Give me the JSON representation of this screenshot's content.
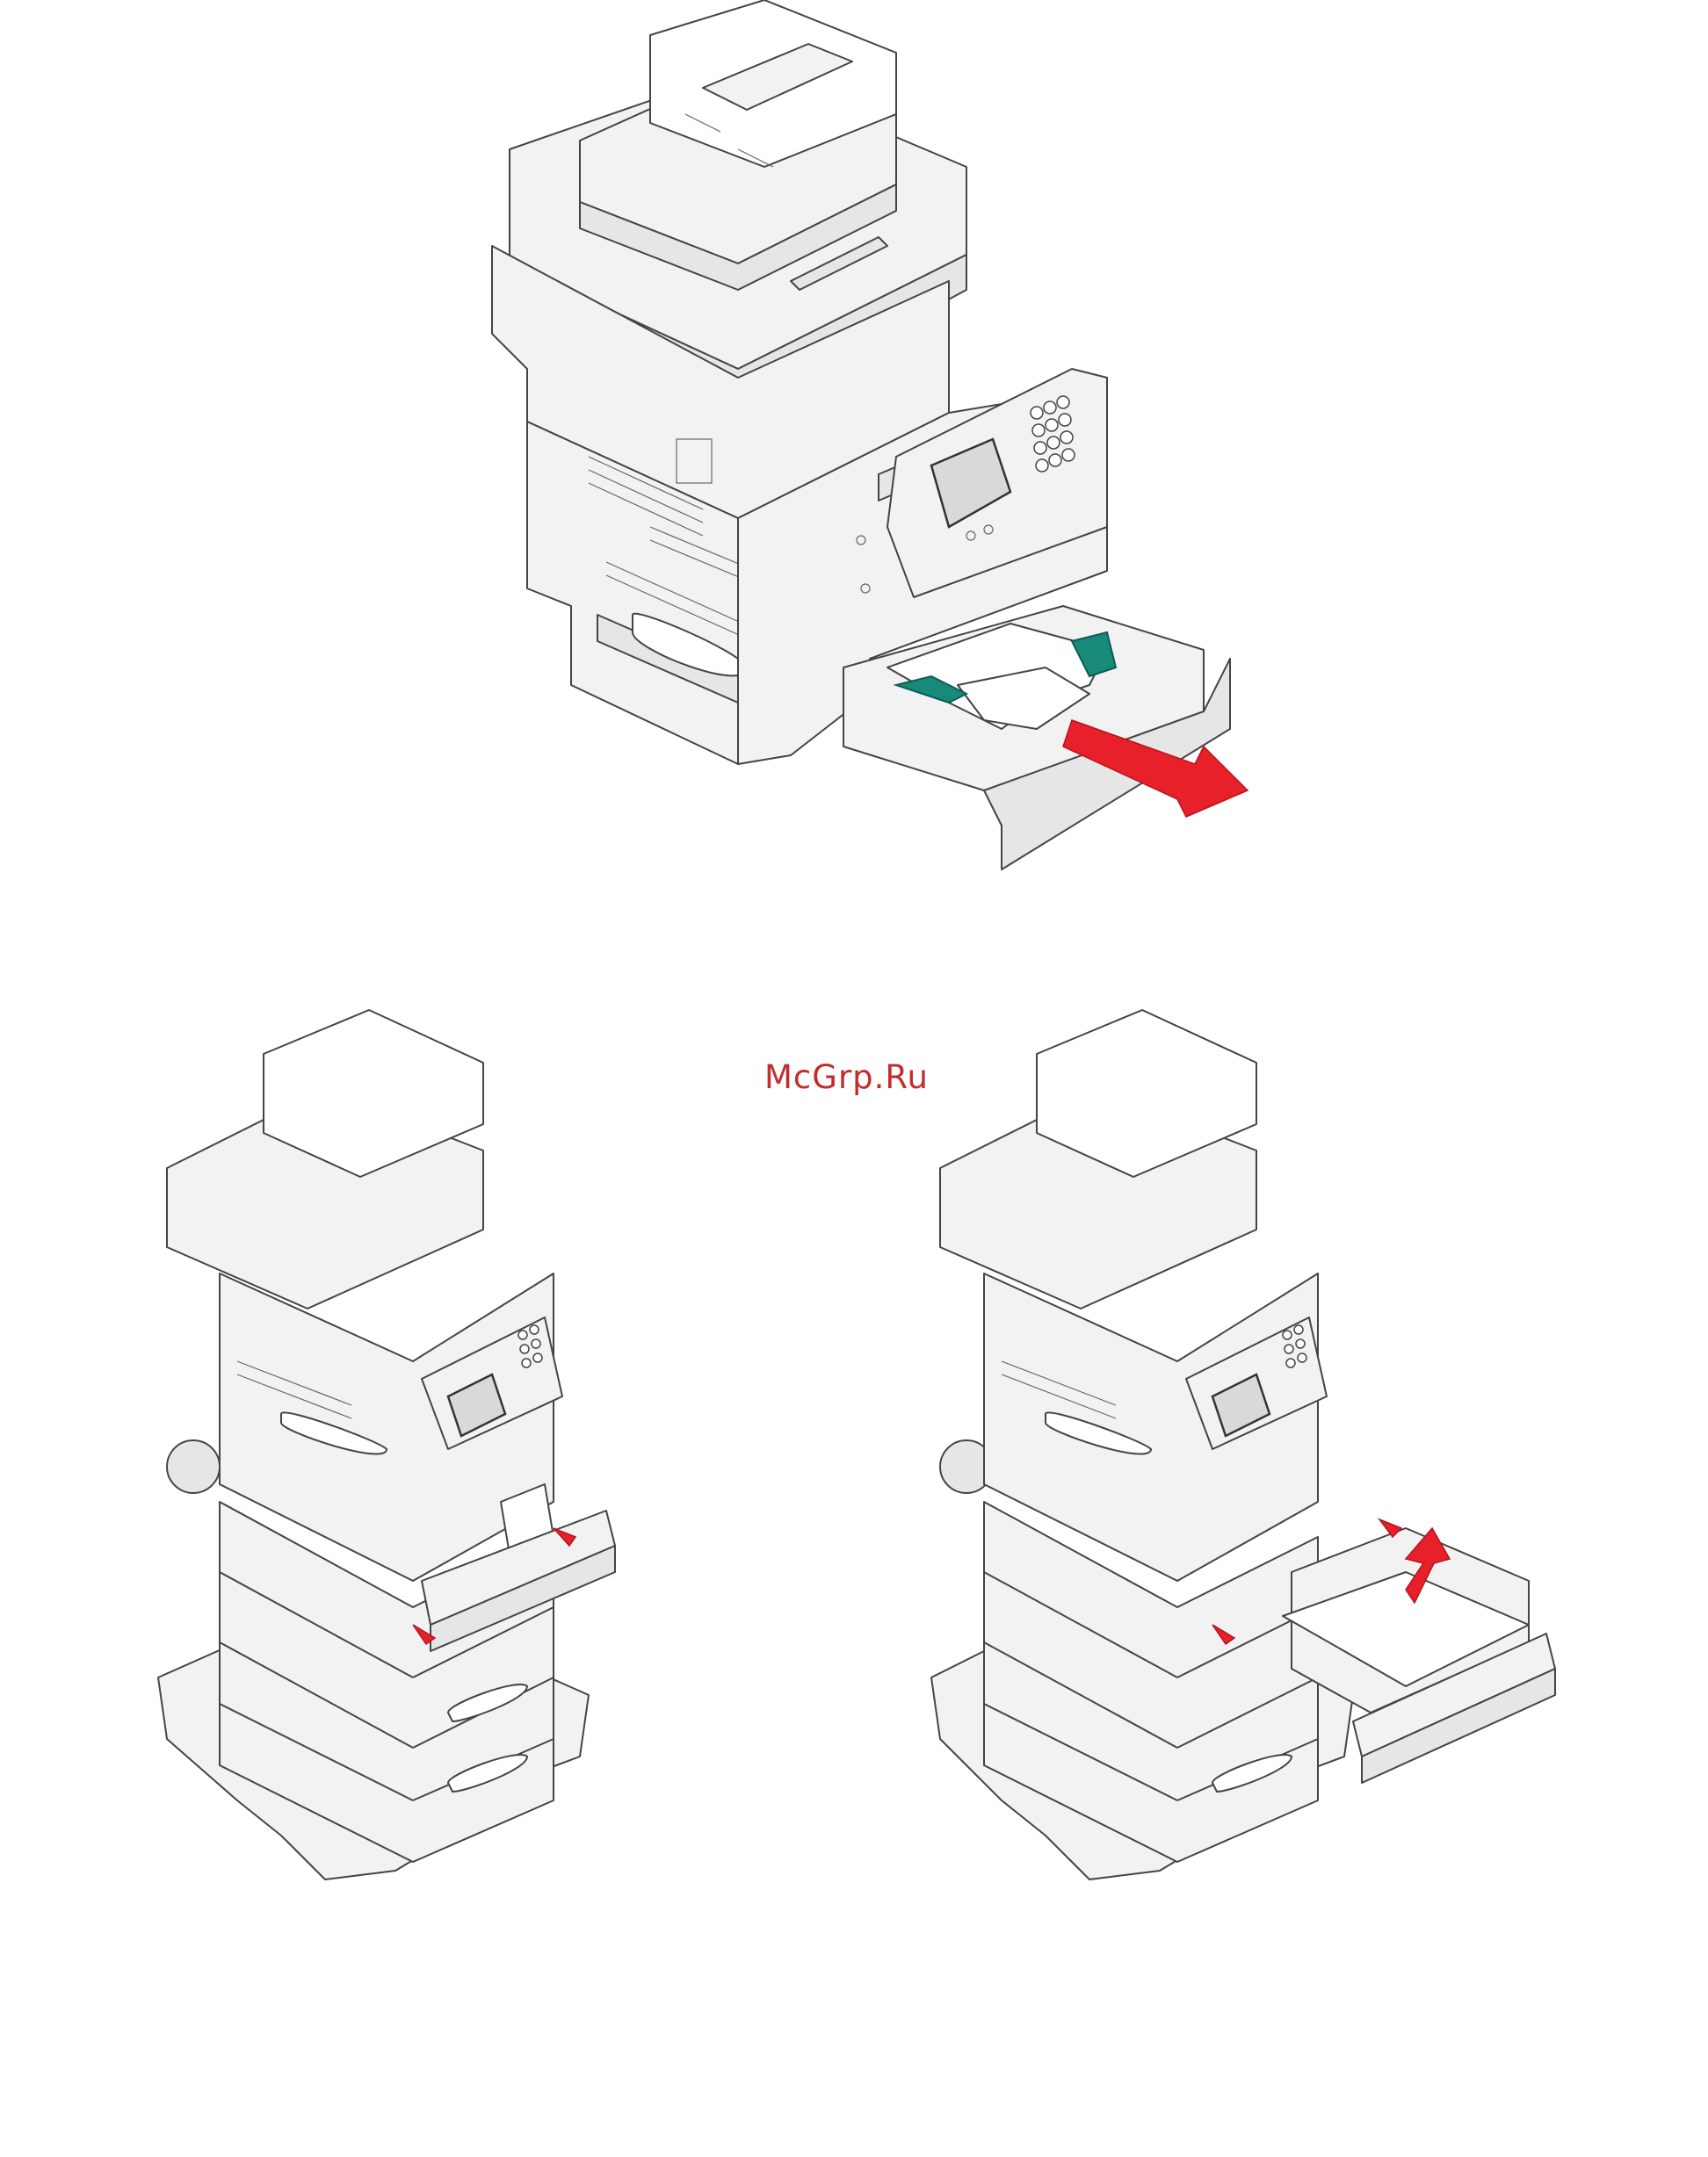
{
  "page": {
    "watermark": "McGrp.Ru"
  },
  "figures": [
    {
      "id": "tray-pull-out",
      "icon": "printer-tray-open-jam-icon"
    },
    {
      "id": "lift-tray-side",
      "icon": "printer-tray-lift-icon"
    },
    {
      "id": "remove-tray-angled",
      "icon": "printer-tray-remove-icon"
    }
  ],
  "colors": {
    "arrow": "#e8202a",
    "guides": "#178a7a",
    "watermark": "#c32c2c"
  }
}
